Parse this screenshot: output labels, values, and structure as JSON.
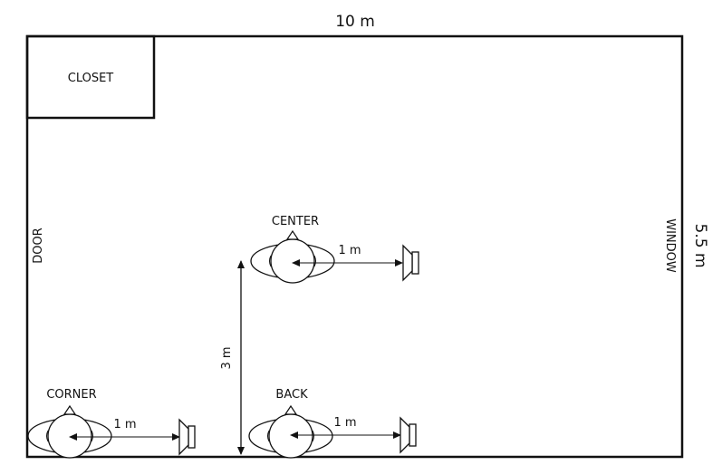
{
  "room": {
    "width_label": "10 m",
    "height_label": "5.5 m",
    "closet_label": "CLOSET",
    "door_label": "DOOR",
    "window_label": "WINDOW"
  },
  "positions": {
    "center": {
      "label": "CENTER",
      "distance_label": "1 m"
    },
    "corner": {
      "label": "CORNER",
      "distance_label": "1 m"
    },
    "back": {
      "label": "BACK",
      "distance_label": "1 m"
    }
  },
  "vertical_offset_label": "3 m"
}
